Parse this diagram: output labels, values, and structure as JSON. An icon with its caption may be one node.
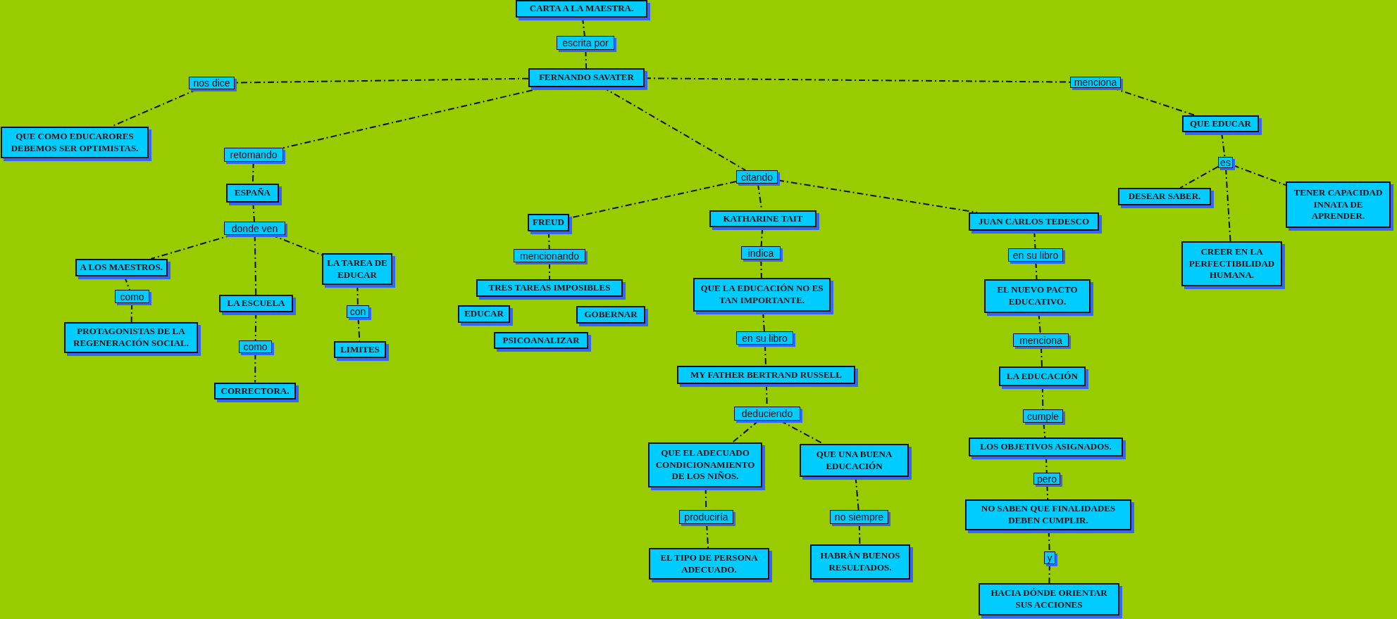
{
  "diagram": {
    "nodes": [
      {
        "text": [
          "CARTA A LA MAESTRA."
        ]
      },
      {
        "text": [
          "escrita por"
        ]
      },
      {
        "text": [
          "FERNANDO SAVATER"
        ]
      },
      {
        "text": [
          "nos dice"
        ]
      },
      {
        "text": [
          "QUE COMO EDUCARORES DEBEMOS SER OPTIMISTAS."
        ]
      },
      {
        "text": [
          "retomando"
        ]
      },
      {
        "text": [
          "ESPAÑA"
        ]
      },
      {
        "text": [
          "donde ven"
        ]
      },
      {
        "text": [
          "A LOS MAESTROS."
        ]
      },
      {
        "text": [
          "como"
        ]
      },
      {
        "text": [
          "PROTAGONISTAS DE LA REGENERACIÓN SOCIAL."
        ]
      },
      {
        "text": [
          "LA ESCUELA"
        ]
      },
      {
        "text": [
          "como"
        ]
      },
      {
        "text": [
          "CORRECTORA."
        ]
      },
      {
        "text": [
          "LA TAREA DE EDUCAR"
        ]
      },
      {
        "text": [
          "con"
        ]
      },
      {
        "text": [
          "LIMITES"
        ]
      },
      {
        "text": [
          "citando"
        ]
      },
      {
        "text": [
          "FREUD"
        ]
      },
      {
        "text": [
          "mencionando"
        ]
      },
      {
        "text": [
          "TRES TAREAS IMPOSIBLES"
        ]
      },
      {
        "text": [
          "EDUCAR"
        ]
      },
      {
        "text": [
          "GOBERNAR"
        ]
      },
      {
        "text": [
          "PSICOANALIZAR"
        ]
      },
      {
        "text": [
          "KATHARINE TAIT"
        ]
      },
      {
        "text": [
          "indica"
        ]
      },
      {
        "text": [
          "QUE LA EDUCACIÓN NO ES TAN IMPORTANTE."
        ]
      },
      {
        "text": [
          "en su libro"
        ]
      },
      {
        "text": [
          "MY FATHER BERTRAND RUSSELL"
        ]
      },
      {
        "text": [
          "deduciendo"
        ]
      },
      {
        "text": [
          "QUE EL ADECUADO CONDICIONAMIENTO DE LOS NIÑOS."
        ]
      },
      {
        "text": [
          "produciría"
        ]
      },
      {
        "text": [
          "EL TIPO DE PERSONA ADECUADO."
        ]
      },
      {
        "text": [
          "QUE UNA BUENA EDUCACIÓN"
        ]
      },
      {
        "text": [
          "no siempre"
        ]
      },
      {
        "text": [
          "HABRÁN BUENOS RESULTADOS."
        ]
      },
      {
        "text": [
          "JUAN CARLOS TEDESCO"
        ]
      },
      {
        "text": [
          "en su libro"
        ]
      },
      {
        "text": [
          "EL NUEVO PACTO EDUCATIVO."
        ]
      },
      {
        "text": [
          "menciona"
        ]
      },
      {
        "text": [
          "LA EDUCACIÓN"
        ]
      },
      {
        "text": [
          "cumple"
        ]
      },
      {
        "text": [
          "LOS OBJETIVOS ASIGNADOS."
        ]
      },
      {
        "text": [
          "pero"
        ]
      },
      {
        "text": [
          "NO SABEN QUE FINALIDADES DEBEN CUMPLIR."
        ]
      },
      {
        "text": [
          "y"
        ]
      },
      {
        "text": [
          "HACIA DÓNDE ORIENTAR SUS ACCIONES"
        ]
      },
      {
        "text": [
          "menciona"
        ]
      },
      {
        "text": [
          "QUE EDUCAR"
        ]
      },
      {
        "text": [
          "es"
        ]
      },
      {
        "text": [
          "DESEAR SABER."
        ]
      },
      {
        "text": [
          "TENER CAPACIDAD INNATA DE APRENDER."
        ]
      },
      {
        "text": [
          "CREER EN LA PERFECTIBILIDAD HUMANA."
        ]
      }
    ],
    "edges": [
      {
        "from": 0,
        "to": 1,
        "arrow": "none"
      },
      {
        "from": 1,
        "to": 2,
        "arrow": "none"
      },
      {
        "from": 2,
        "to": 3,
        "arrow": "none"
      },
      {
        "from": 3,
        "to": 4,
        "arrow": "none"
      },
      {
        "from": 2,
        "to": 5,
        "arrow": "none"
      },
      {
        "from": 5,
        "to": 6,
        "arrow": "none"
      },
      {
        "from": 6,
        "to": 7,
        "arrow": "none"
      },
      {
        "from": 7,
        "to": 8,
        "arrow": "none"
      },
      {
        "from": 8,
        "to": 9,
        "arrow": "none"
      },
      {
        "from": 9,
        "to": 10,
        "arrow": "none"
      },
      {
        "from": 7,
        "to": 11,
        "arrow": "none"
      },
      {
        "from": 11,
        "to": 12,
        "arrow": "none"
      },
      {
        "from": 12,
        "to": 13,
        "arrow": "none"
      },
      {
        "from": 7,
        "to": 14,
        "arrow": "none"
      },
      {
        "from": 14,
        "to": 15,
        "arrow": "none"
      },
      {
        "from": 15,
        "to": 16,
        "arrow": "none"
      },
      {
        "from": 2,
        "to": 17,
        "arrow": "none"
      },
      {
        "from": 17,
        "to": 18,
        "arrow": "none"
      },
      {
        "from": 18,
        "to": 19,
        "arrow": "none"
      },
      {
        "from": 19,
        "to": 20,
        "arrow": "none"
      },
      {
        "from": 17,
        "to": 24,
        "arrow": "none"
      },
      {
        "from": 24,
        "to": 25,
        "arrow": "none"
      },
      {
        "from": 25,
        "to": 26,
        "arrow": "none"
      },
      {
        "from": 26,
        "to": 27,
        "arrow": "none"
      },
      {
        "from": 27,
        "to": 28,
        "arrow": "none"
      },
      {
        "from": 28,
        "to": 29,
        "arrow": "none"
      },
      {
        "from": 29,
        "to": 30,
        "arrow": "none"
      },
      {
        "from": 30,
        "to": 31,
        "arrow": "none"
      },
      {
        "from": 31,
        "to": 32,
        "arrow": "none"
      },
      {
        "from": 29,
        "to": 33,
        "arrow": "none"
      },
      {
        "from": 33,
        "to": 34,
        "arrow": "none"
      },
      {
        "from": 34,
        "to": 35,
        "arrow": "none"
      },
      {
        "from": 17,
        "to": 36,
        "arrow": "none"
      },
      {
        "from": 36,
        "to": 37,
        "arrow": "none"
      },
      {
        "from": 37,
        "to": 38,
        "arrow": "none"
      },
      {
        "from": 38,
        "to": 39,
        "arrow": "none"
      },
      {
        "from": 39,
        "to": 40,
        "arrow": "none"
      },
      {
        "from": 40,
        "to": 41,
        "arrow": "none"
      },
      {
        "from": 41,
        "to": 42,
        "arrow": "none"
      },
      {
        "from": 42,
        "to": 43,
        "arrow": "none"
      },
      {
        "from": 43,
        "to": 44,
        "arrow": "none"
      },
      {
        "from": 44,
        "to": 45,
        "arrow": "none"
      },
      {
        "from": 45,
        "to": 46,
        "arrow": "none"
      },
      {
        "from": 2,
        "to": 47,
        "arrow": "none"
      },
      {
        "from": 47,
        "to": 48,
        "arrow": "none"
      },
      {
        "from": 48,
        "to": 49,
        "arrow": "none"
      },
      {
        "from": 49,
        "to": 50,
        "arrow": "none"
      },
      {
        "from": 49,
        "to": 51,
        "arrow": "none"
      },
      {
        "from": 49,
        "to": 52,
        "arrow": "none"
      }
    ]
  }
}
